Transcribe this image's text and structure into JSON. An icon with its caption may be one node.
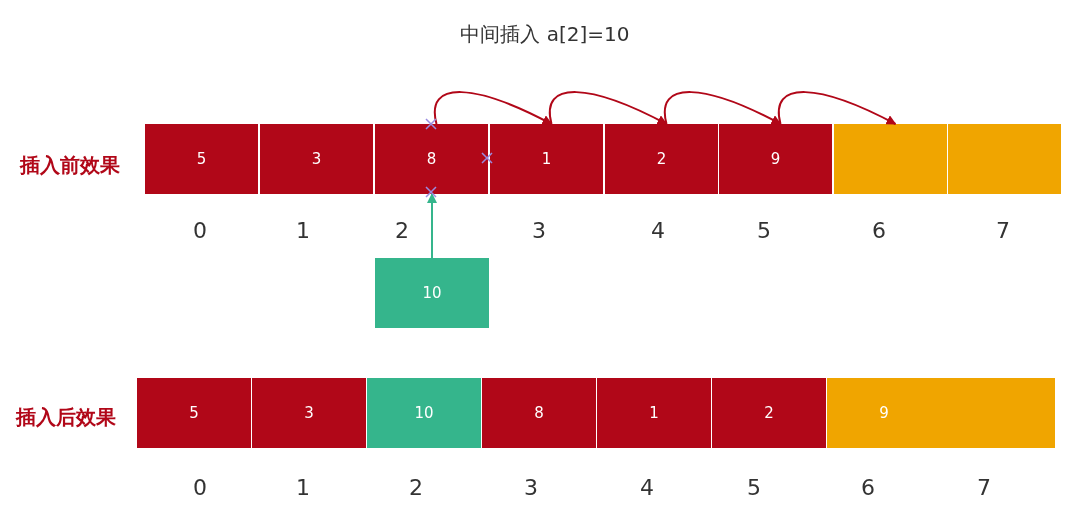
{
  "diagram": {
    "title": "中间插入 a[2]=10",
    "nodes": [
      {
        "text": [
          "5"
        ]
      },
      {
        "text": [
          "3"
        ]
      },
      {
        "text": [
          "8"
        ]
      },
      {
        "text": [
          "1"
        ]
      },
      {
        "text": [
          "2"
        ]
      },
      {
        "text": [
          "9"
        ]
      },
      {
        "text": [],
        "shape": "box"
      },
      {
        "text": [],
        "shape": "box"
      },
      {
        "text": [
          "10"
        ]
      },
      {
        "text": [
          "5"
        ]
      },
      {
        "text": [
          "3"
        ]
      },
      {
        "text": [
          "10"
        ]
      },
      {
        "text": [
          "8"
        ]
      },
      {
        "text": [
          "1"
        ]
      },
      {
        "text": [
          "2"
        ]
      },
      {
        "text": [
          "9"
        ]
      },
      {
        "text": [],
        "shape": "box"
      }
    ],
    "edges": [
      {
        "from": 2,
        "to": 3,
        "arrow": "to"
      },
      {
        "from": 3,
        "to": 4,
        "arrow": "to"
      },
      {
        "from": 4,
        "to": 5,
        "arrow": "to"
      },
      {
        "from": 5,
        "to": 6,
        "arrow": "to"
      },
      {
        "from": 8,
        "to": 2,
        "arrow": "to",
        "color": "#35b58c"
      }
    ],
    "labels": [
      "插入前效果",
      "0",
      "1",
      "2",
      "3",
      "4",
      "5",
      "6",
      "7",
      "插入后效果",
      "0",
      "1",
      "2",
      "3",
      "4",
      "5",
      "6",
      "7"
    ]
  }
}
